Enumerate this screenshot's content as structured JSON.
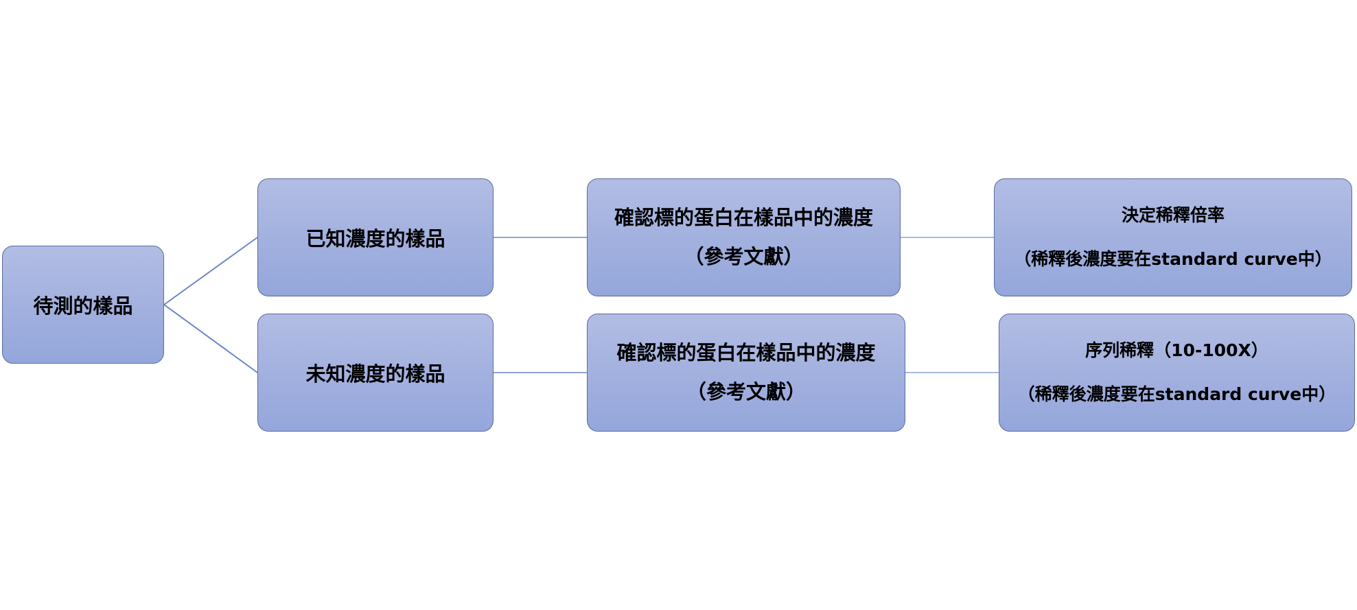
{
  "diagram": {
    "root": {
      "label": "待測的樣品"
    },
    "branches": [
      {
        "sample": {
          "label": "已知濃度的樣品"
        },
        "confirm": {
          "line1": "確認標的蛋白在樣品中的濃度",
          "line2": "（參考文獻）"
        },
        "dilution": {
          "line1": "決定稀釋倍率",
          "line2": "（稀釋後濃度要在standard curve中）"
        }
      },
      {
        "sample": {
          "label": "未知濃度的樣品"
        },
        "confirm": {
          "line1": "確認標的蛋白在樣品中的濃度",
          "line2": "（參考文獻）"
        },
        "dilution": {
          "line1": "序列稀釋（10-100X）",
          "line2": "（稀釋後濃度要在standard curve中）"
        }
      }
    ],
    "colors": {
      "connector": "#6a86c8",
      "connector_light": "#a9b9de",
      "node_top": "#b2bde4",
      "node_bottom": "#94a6db",
      "node_border": "#5a6a9e"
    }
  }
}
